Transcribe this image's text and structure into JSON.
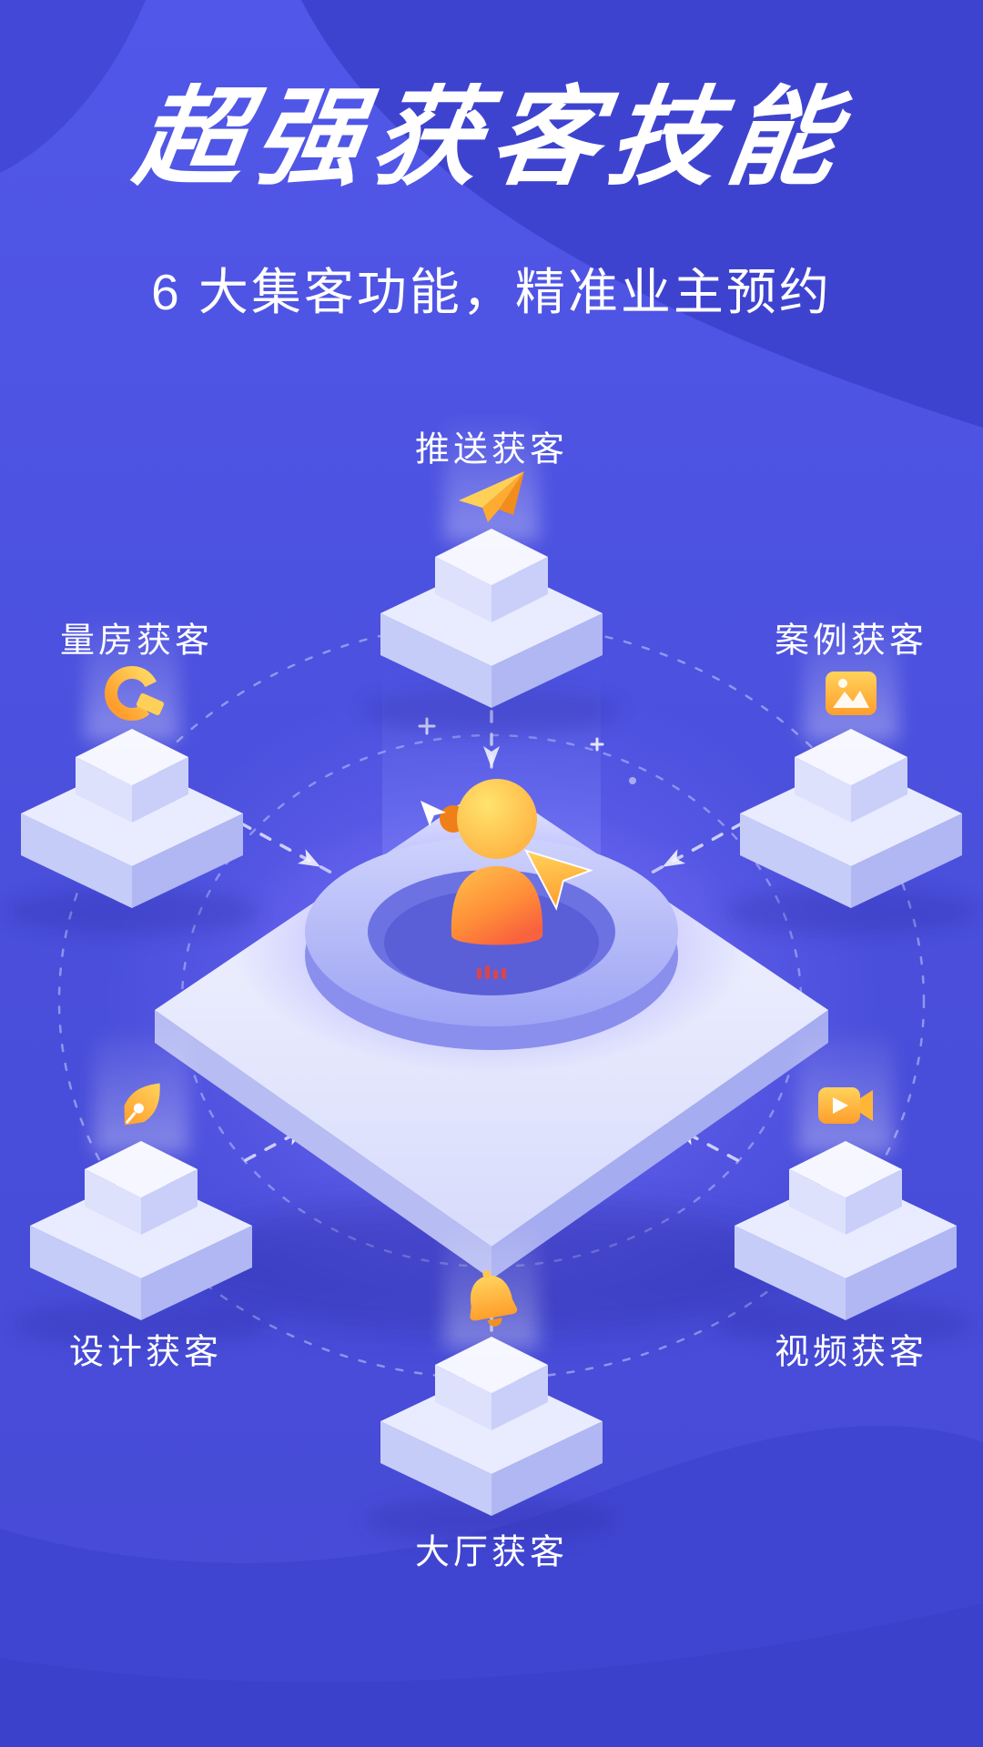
{
  "page": {
    "title": "超强获客技能",
    "subtitle": "6 大集客功能，精准业主预约"
  },
  "nodes": [
    {
      "id": "push",
      "label": "推送获客",
      "icon": "paper-plane-icon",
      "position": "top"
    },
    {
      "id": "measure",
      "label": "量房获客",
      "icon": "ruler-icon",
      "position": "upper-left"
    },
    {
      "id": "case",
      "label": "案例获客",
      "icon": "gallery-icon",
      "position": "upper-right"
    },
    {
      "id": "design",
      "label": "设计获客",
      "icon": "pen-icon",
      "position": "lower-left"
    },
    {
      "id": "video",
      "label": "视频获客",
      "icon": "video-icon",
      "position": "lower-right"
    },
    {
      "id": "hall",
      "label": "大厅获客",
      "icon": "bell-icon",
      "position": "bottom"
    }
  ],
  "center": {
    "figure": "person-on-podium",
    "decorations": [
      "cursor-icon",
      "pointer-icon",
      "sparkle-icon",
      "brand-mark"
    ]
  },
  "colors": {
    "background": "#4a4fdc",
    "background_dark": "#3e43cf",
    "accent_orange": "#ffa832",
    "podium_light": "#eef0ff",
    "text": "#ffffff"
  }
}
